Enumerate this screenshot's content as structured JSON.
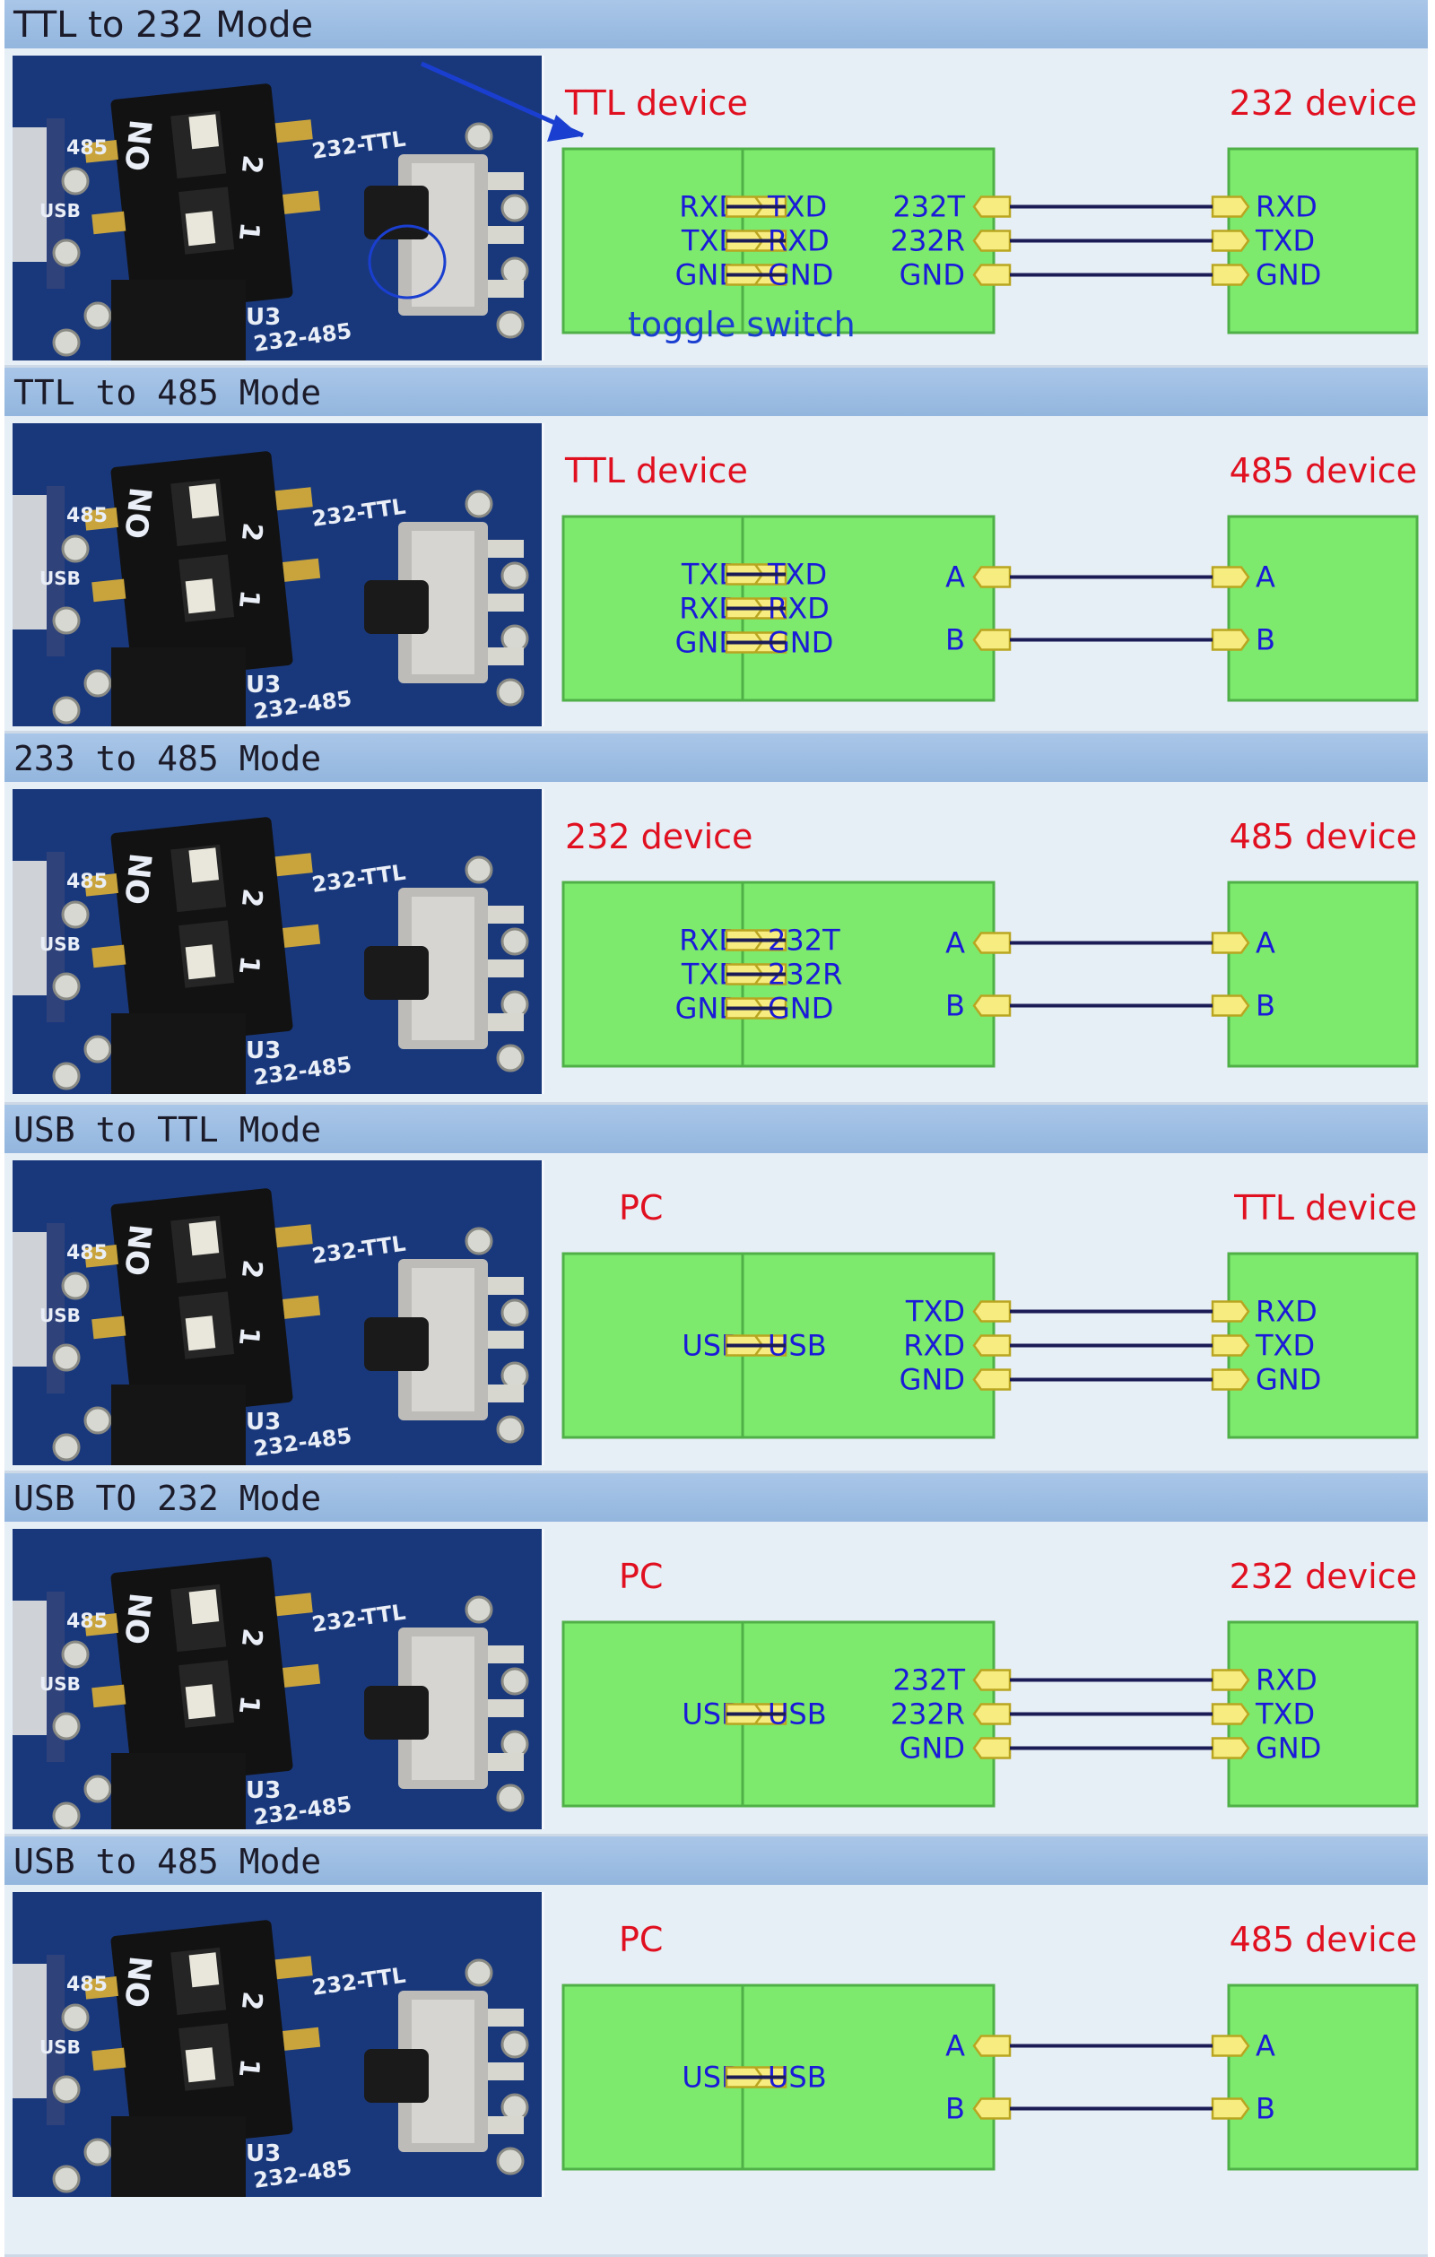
{
  "colors": {
    "header_bg": "#9dbde2",
    "section_bg": "#e6eef6",
    "box_fill": "#7dea6d",
    "box_stroke": "#50b048",
    "pin_fill": "#f6ec80",
    "pin_stroke": "#b9a520",
    "wire": "#1b1b55",
    "label_blue": "#1a1ad8",
    "title_red": "#e01020",
    "arrow_blue": "#1a3fd0"
  },
  "board": {
    "dip_marks": [
      "485",
      "ON",
      "USB",
      "2",
      "1",
      "232-TTL",
      "U3",
      "232-485"
    ]
  },
  "sections": [
    {
      "title": "TTL to 232 Mode",
      "left_title": "TTL device",
      "right_title": "232 device",
      "left_pins": [
        "RXD",
        "TXD",
        "GND"
      ],
      "mid_left_pins": [
        "TXD",
        "RXD",
        "GND"
      ],
      "mid_right_pins": [
        "232T",
        "232R",
        "GND"
      ],
      "right_pins": [
        "RXD",
        "TXD",
        "GND"
      ],
      "annotation": "toggle switch"
    },
    {
      "title": "TTL to 485 Mode",
      "left_title": "TTL device",
      "right_title": "485 device",
      "left_pins": [
        "TXD",
        "RXD",
        "GND"
      ],
      "mid_left_pins": [
        "TXD",
        "RXD",
        "GND"
      ],
      "mid_right_pins": [
        "A",
        "B"
      ],
      "right_pins": [
        "A",
        "B"
      ]
    },
    {
      "title": "233 to 485 Mode",
      "left_title": "232 device",
      "right_title": "485 device",
      "left_pins": [
        "RXD",
        "TXD",
        "GND"
      ],
      "mid_left_pins": [
        "232T",
        "232R",
        "GND"
      ],
      "mid_right_pins": [
        "A",
        "B"
      ],
      "right_pins": [
        "A",
        "B"
      ]
    },
    {
      "title": "USB to TTL Mode",
      "left_title": "PC",
      "right_title": "TTL device",
      "left_pins": [
        "USB"
      ],
      "mid_left_pins": [
        "USB"
      ],
      "mid_right_pins": [
        "TXD",
        "RXD",
        "GND"
      ],
      "right_pins": [
        "RXD",
        "TXD",
        "GND"
      ]
    },
    {
      "title": "USB TO 232 Mode",
      "left_title": "PC",
      "right_title": "232 device",
      "left_pins": [
        "USB"
      ],
      "mid_left_pins": [
        "USB"
      ],
      "mid_right_pins": [
        "232T",
        "232R",
        "GND"
      ],
      "right_pins": [
        "RXD",
        "TXD",
        "GND"
      ]
    },
    {
      "title": "USB to 485 Mode",
      "left_title": "PC",
      "right_title": "485 device",
      "left_pins": [
        "USB"
      ],
      "mid_left_pins": [
        "USB"
      ],
      "mid_right_pins": [
        "A",
        "B"
      ],
      "right_pins": [
        "A",
        "B"
      ]
    }
  ]
}
